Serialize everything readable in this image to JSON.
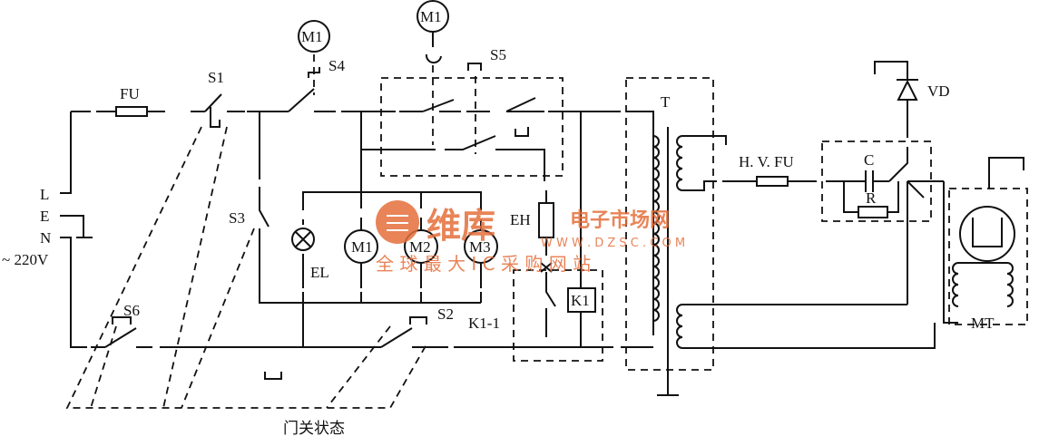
{
  "labels": {
    "fu": "FU",
    "s1": "S1",
    "s2": "S2",
    "s3": "S3",
    "s4": "S4",
    "s5": "S5",
    "s6": "S6",
    "m1": "M1",
    "m2": "M2",
    "m3": "M3",
    "el": "EL",
    "eh": "EH",
    "k1": "K1",
    "k1_1": "K1-1",
    "t": "T",
    "hv_fu": "H. V. FU",
    "c": "C",
    "r": "R",
    "vd": "VD",
    "mt": "MT",
    "l": "L",
    "e": "E",
    "n": "N",
    "supply": "~ 220V",
    "door_state": "门关状态"
  },
  "watermark": {
    "brand": "维库",
    "title": "电子市场网",
    "url": "W W W . D Z S C . C O M",
    "slogan": "全 球 最 大 I C 采 购 网 站"
  }
}
